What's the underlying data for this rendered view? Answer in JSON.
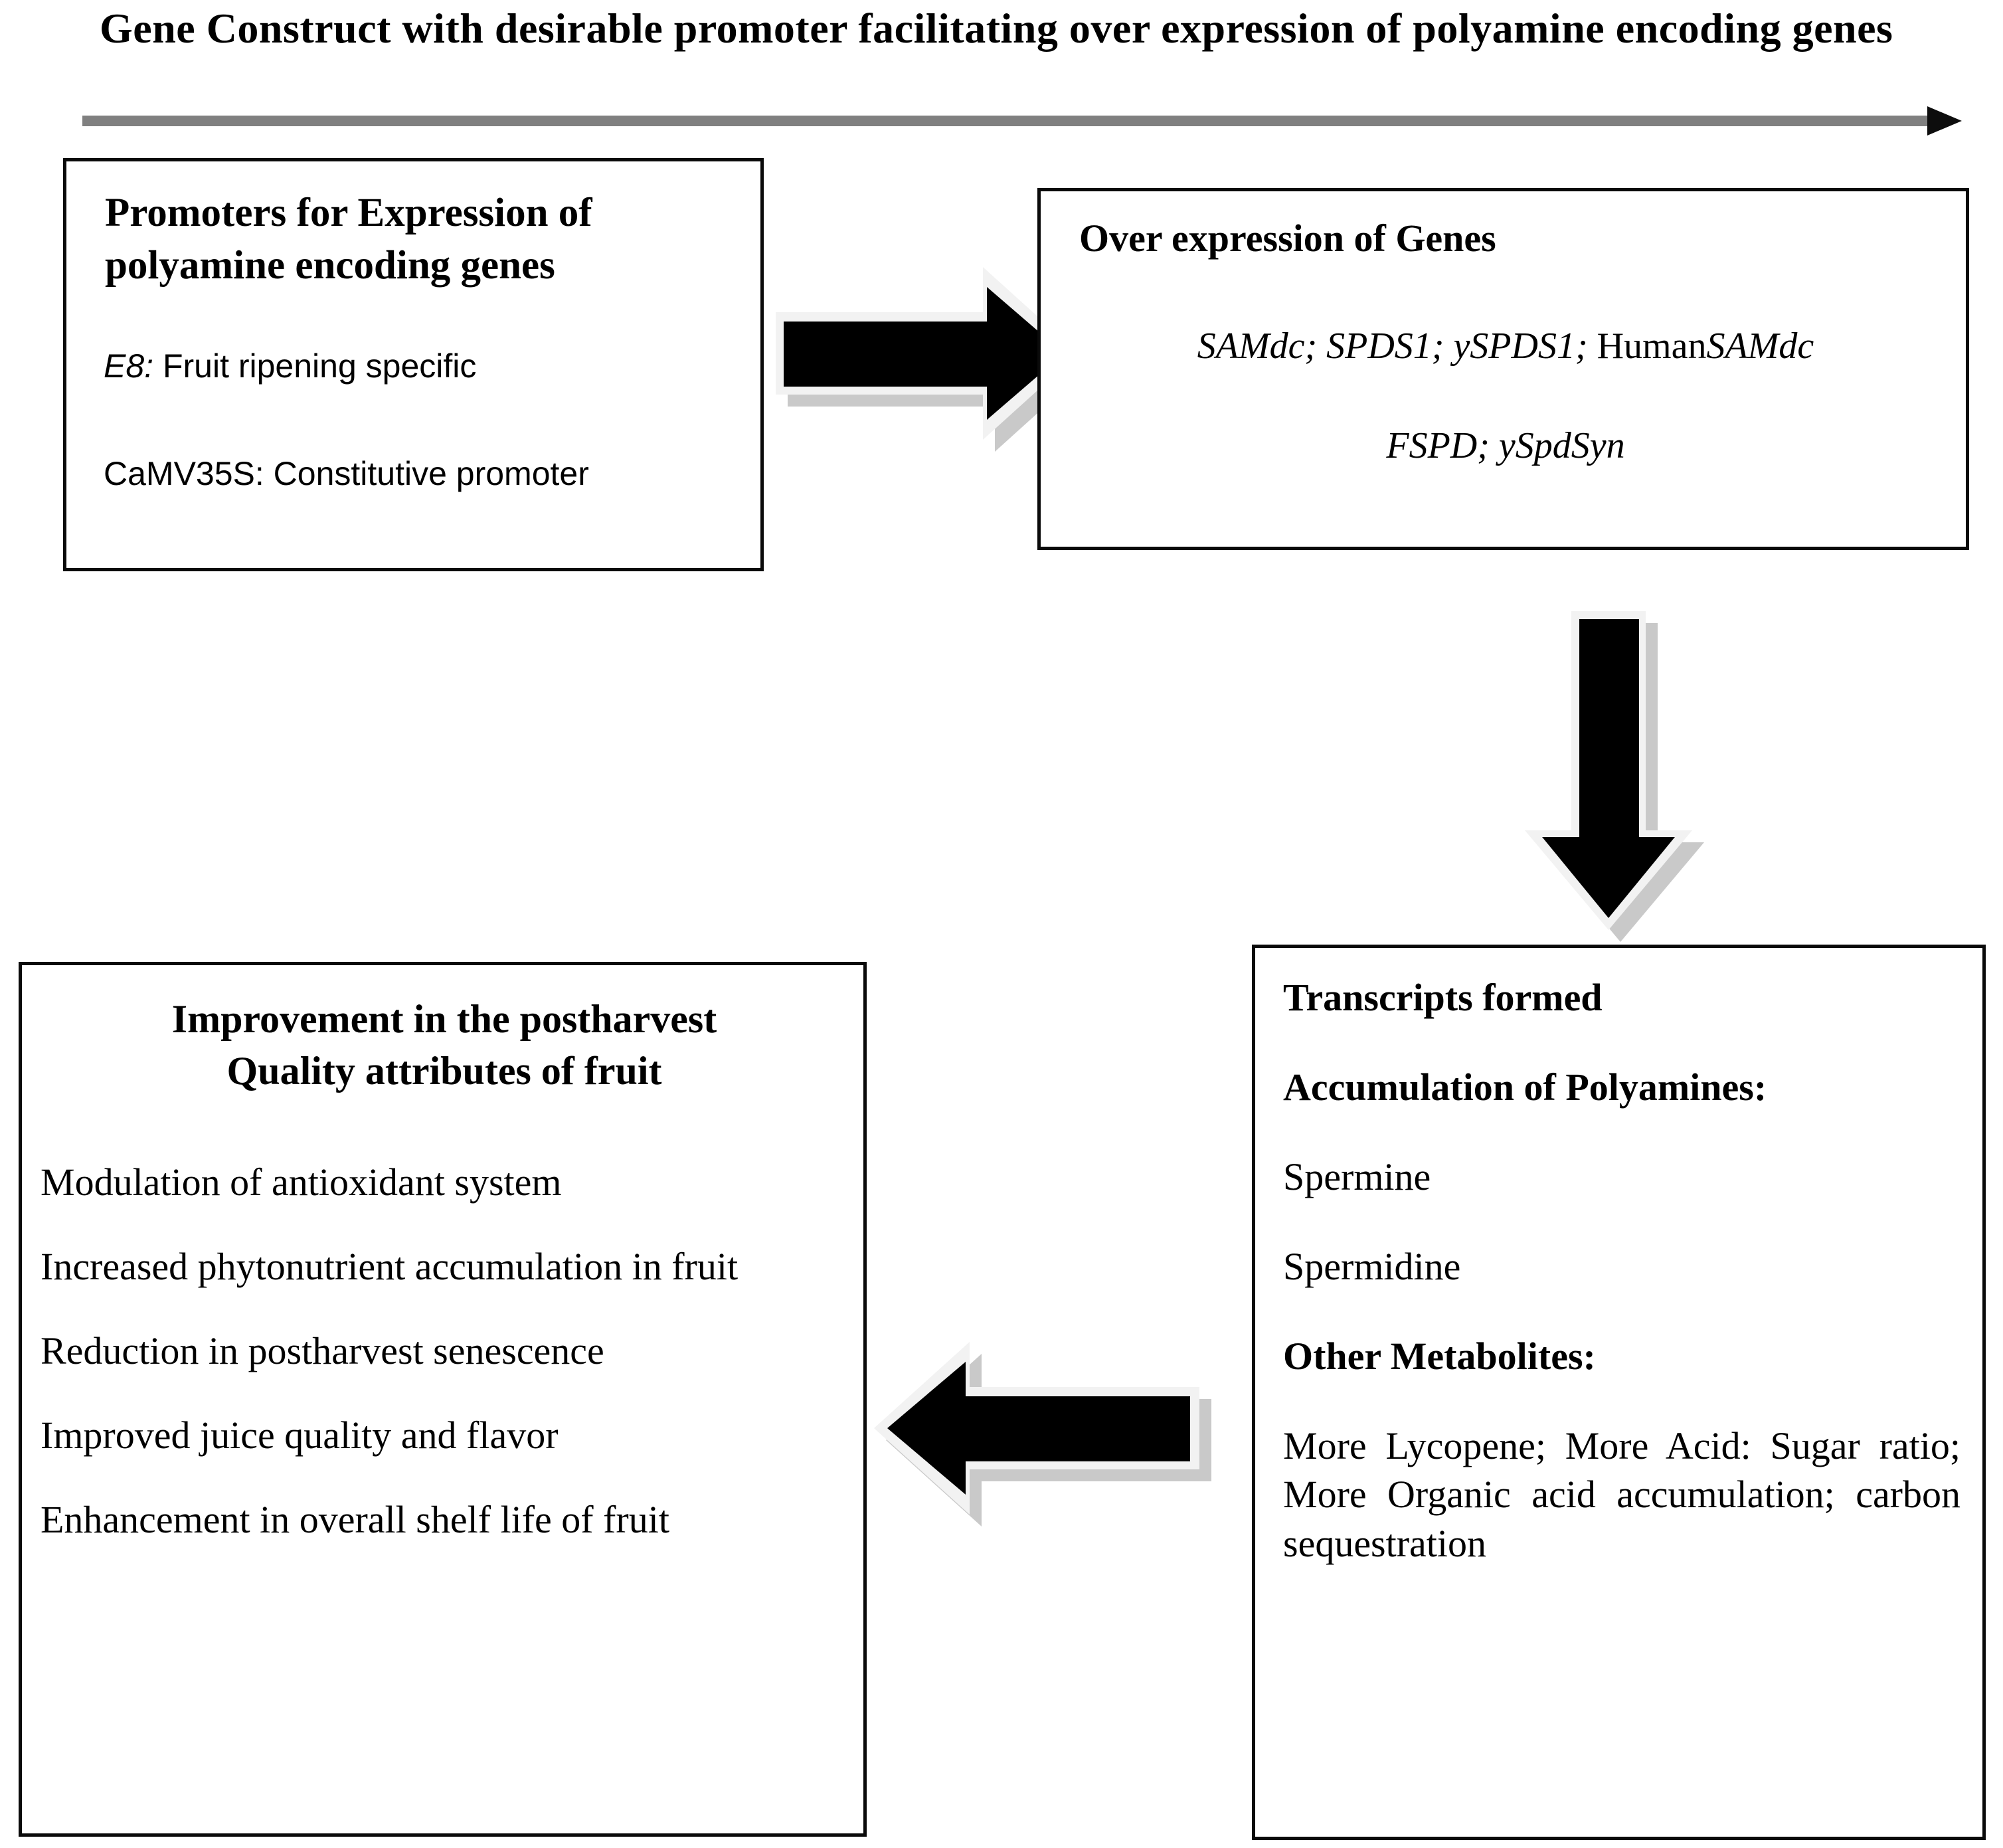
{
  "title": "Gene Construct with desirable promoter facilitating  over expression  of polyamine  encoding  genes",
  "flow_arrow": {
    "name": "process-direction-arrow",
    "color": "#808080",
    "head_color": "#0d0d0d",
    "direction": "right"
  },
  "boxes": {
    "promoters": {
      "heading": "Promoters for Expression of polyamine encoding genes",
      "items": [
        {
          "label": "E8:",
          "emphasis": "italic",
          "text": " Fruit ripening specific"
        },
        {
          "label": "CaMV35S:",
          "emphasis": "normal",
          "text": " Constitutive  promoter"
        }
      ],
      "line1_label": "E8:",
      "line1_text": " Fruit ripening specific",
      "line2_label": "CaMV35S:",
      "line2_text": " Constitutive  promoter"
    },
    "over_expression": {
      "heading": "Over expression of Genes",
      "genes_line_1_italic_a": "SAMdc; SPDS1; ySPDS1; ",
      "genes_line_1_roman": "Human",
      "genes_line_1_italic_b": "SAMdc",
      "genes_line_2": "FSPD; ySpdSyn",
      "genes_all": [
        "SAMdc",
        "SPDS1",
        "ySPDS1",
        "HumanSAMdc",
        "FSPD",
        "ySpdSyn"
      ]
    },
    "transcripts": {
      "heading": "Transcripts formed",
      "subheading_polyamines": "Accumulation of   Polyamines:",
      "polyamines": [
        "Spermine",
        "Spermidine"
      ],
      "subheading_other": "Other Metabolites:",
      "other_metabolites": "More Lycopene; More Acid: Sugar ratio; More Organic acid accumulation; carbon sequestration"
    },
    "quality": {
      "heading_line_1": "Improvement in the postharvest",
      "heading_line_2": "Quality attributes of fruit",
      "items": [
        "Modulation of antioxidant system",
        "Increased phytonutrient accumulation in fruit",
        "Reduction in postharvest senescence",
        "Improved juice quality and flavor",
        "Enhancement in overall shelf life of fruit"
      ]
    }
  },
  "connectors": {
    "promoters_to_overexpression": "right-block-arrow",
    "overexpression_to_transcripts": "down-block-arrow",
    "transcripts_to_quality": "left-block-arrow"
  },
  "colors": {
    "box_border": "#0a0a0a",
    "arrow_fill": "#000000",
    "arrow_outline": "#f2f2f2",
    "arrow_shadow": "#bfbfbf",
    "background": "#ffffff",
    "text": "#000000",
    "flow_line": "#808080"
  }
}
